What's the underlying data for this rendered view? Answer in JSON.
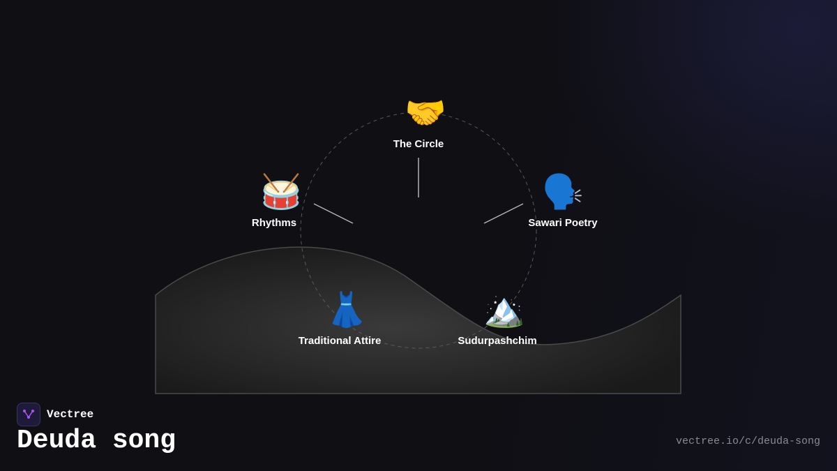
{
  "diagram": {
    "nodes": [
      {
        "id": "the-circle",
        "label": "The Circle",
        "icon": "handshake-icon",
        "glyph": "🤝"
      },
      {
        "id": "sawari-poetry",
        "label": "Sawari Poetry",
        "icon": "speaking-head-icon",
        "glyph": "🗣️"
      },
      {
        "id": "sudurpashchim",
        "label": "Sudurpashchim",
        "icon": "snow-mountain-icon",
        "glyph": "🏔️"
      },
      {
        "id": "traditional-attire",
        "label": "Traditional Attire",
        "icon": "dress-icon",
        "glyph": "👗"
      },
      {
        "id": "rhythms",
        "label": "Rhythms",
        "icon": "drum-icon",
        "glyph": "🥁"
      }
    ]
  },
  "footer": {
    "brand_name": "Vectree",
    "title": "Deuda song",
    "url": "vectree.io/c/deuda-song"
  },
  "colors": {
    "background": "#0f0f14",
    "hill_stroke": "#4a4a4a",
    "connector": "#b4b4b4",
    "circle_dash": "#5a5a5a",
    "logo_accent": "#a855f7"
  }
}
